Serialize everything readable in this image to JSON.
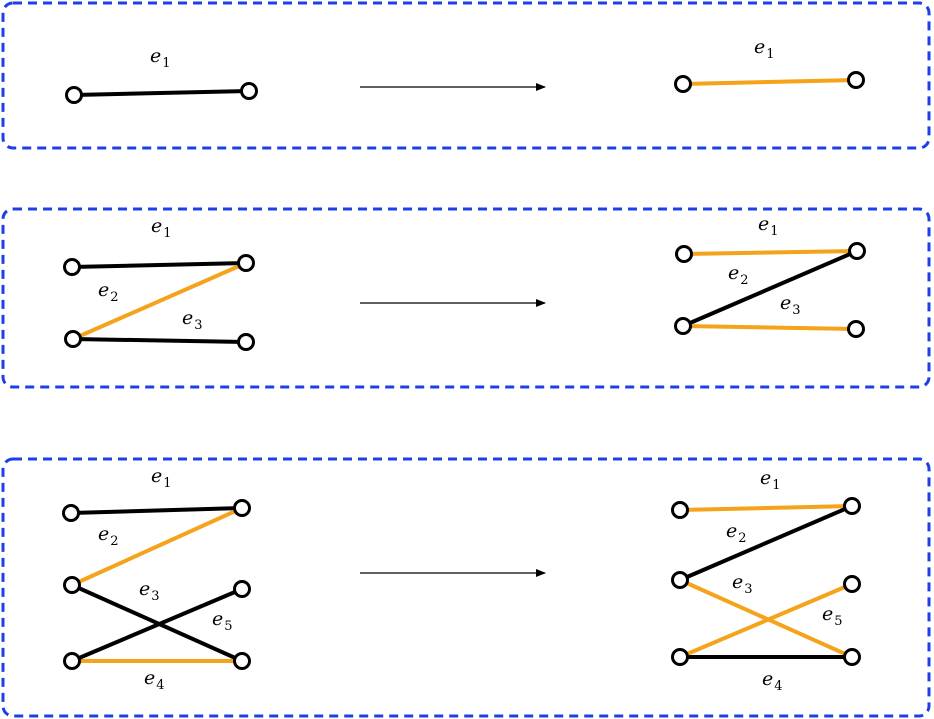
{
  "colors": {
    "frame": "#1f3fe6",
    "edge_default": "#000000",
    "edge_highlight": "#f5a31a",
    "arrow": "#000000"
  },
  "panels": [
    {
      "edges_before": [
        {
          "label": "e",
          "sub": "1",
          "color": "edge_default"
        }
      ],
      "edges_after": [
        {
          "label": "e",
          "sub": "1",
          "color": "edge_highlight"
        }
      ]
    },
    {
      "edges_before": [
        {
          "label": "e",
          "sub": "1",
          "color": "edge_default"
        },
        {
          "label": "e",
          "sub": "2",
          "color": "edge_highlight"
        },
        {
          "label": "e",
          "sub": "3",
          "color": "edge_default"
        }
      ],
      "edges_after": [
        {
          "label": "e",
          "sub": "1",
          "color": "edge_highlight"
        },
        {
          "label": "e",
          "sub": "2",
          "color": "edge_default"
        },
        {
          "label": "e",
          "sub": "3",
          "color": "edge_highlight"
        }
      ]
    },
    {
      "edges_before": [
        {
          "label": "e",
          "sub": "1",
          "color": "edge_default"
        },
        {
          "label": "e",
          "sub": "2",
          "color": "edge_highlight"
        },
        {
          "label": "e",
          "sub": "3",
          "color": "edge_default"
        },
        {
          "label": "e",
          "sub": "4",
          "color": "edge_highlight"
        },
        {
          "label": "e",
          "sub": "5",
          "color": "edge_default"
        }
      ],
      "edges_after": [
        {
          "label": "e",
          "sub": "1",
          "color": "edge_highlight"
        },
        {
          "label": "e",
          "sub": "2",
          "color": "edge_default"
        },
        {
          "label": "e",
          "sub": "3",
          "color": "edge_highlight"
        },
        {
          "label": "e",
          "sub": "4",
          "color": "edge_default"
        },
        {
          "label": "e",
          "sub": "5",
          "color": "edge_highlight"
        }
      ]
    }
  ]
}
